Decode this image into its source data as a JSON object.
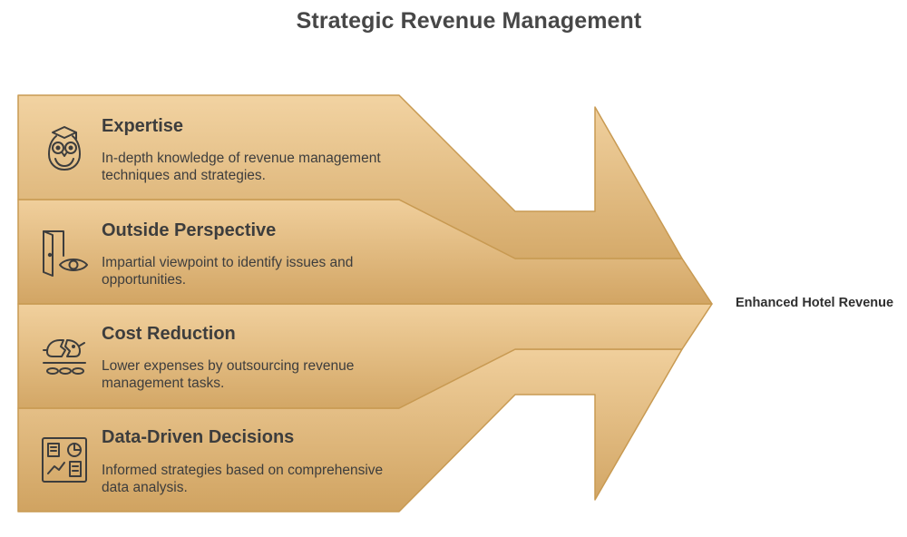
{
  "title": "Strategic Revenue Management",
  "outcome": "Enhanced Hotel Revenue",
  "items": [
    {
      "title": "Expertise",
      "description": "In-depth knowledge of revenue management techniques and strategies.",
      "icon": "owl-graduate-icon"
    },
    {
      "title": "Outside Perspective",
      "description": "Impartial viewpoint to identify issues and opportunities.",
      "icon": "door-eye-icon"
    },
    {
      "title": "Cost Reduction",
      "description": "Lower expenses by outsourcing revenue management tasks.",
      "icon": "broken-piggy-bank-icon"
    },
    {
      "title": "Data-Driven Decisions",
      "description": "Informed strategies based on comprehensive data analysis.",
      "icon": "dashboard-icon"
    }
  ],
  "colors": {
    "band_light": "#f0cd98",
    "band_dark": "#d4a867",
    "stroke": "#c89a52",
    "text": "#3d3d3d"
  }
}
